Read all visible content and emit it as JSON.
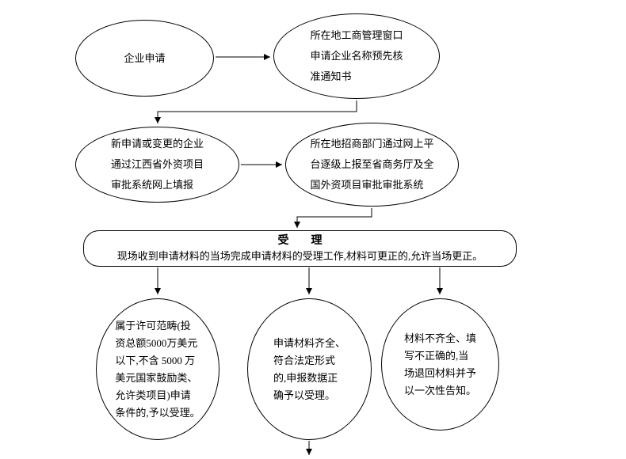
{
  "flowchart": {
    "nodes": {
      "start": {
        "label": "企业申请"
      },
      "preapproval": {
        "label": "所在地工商管理窗口\n申请企业名称预先核\n准通知书"
      },
      "online_filing": {
        "label": "新申请或变更的企业\n通过江西省外资项目\n审批系统网上填报"
      },
      "report_upload": {
        "label": "所在地招商部门通过网上平\n台逐级上报至省商务厅及全\n国外资项目审批审批系统"
      },
      "acceptance": {
        "title": "受　　理",
        "body": "现场收到申请材料的当场完成申请材料的受理工作,材料可更正的,允许当场更正。"
      },
      "scope_accepted": {
        "label": "属于许可范畴(投\n资总额5000万美元\n以下,不含 5000 万\n美元国家鼓励类、\n允许类项目)申请\n条件的,予以受理。"
      },
      "materials_complete": {
        "label": "申请材料齐全、\n符合法定形式\n的,申报数据正\n确予以受理。"
      },
      "materials_incomplete": {
        "label": "材料不齐全、填\n写不正确的,当\n场退回材料并予\n以一次性告知。"
      }
    },
    "edges": [
      {
        "from": "start",
        "to": "preapproval"
      },
      {
        "from": "preapproval",
        "to": "online_filing"
      },
      {
        "from": "online_filing",
        "to": "report_upload"
      },
      {
        "from": "report_upload",
        "to": "acceptance"
      },
      {
        "from": "acceptance",
        "to": "scope_accepted"
      },
      {
        "from": "acceptance",
        "to": "materials_complete"
      },
      {
        "from": "acceptance",
        "to": "materials_incomplete"
      },
      {
        "from": "materials_complete",
        "to": "next_step_offscreen"
      }
    ],
    "colors": {
      "stroke": "#000000",
      "fill": "#ffffff",
      "text": "#000000"
    }
  }
}
